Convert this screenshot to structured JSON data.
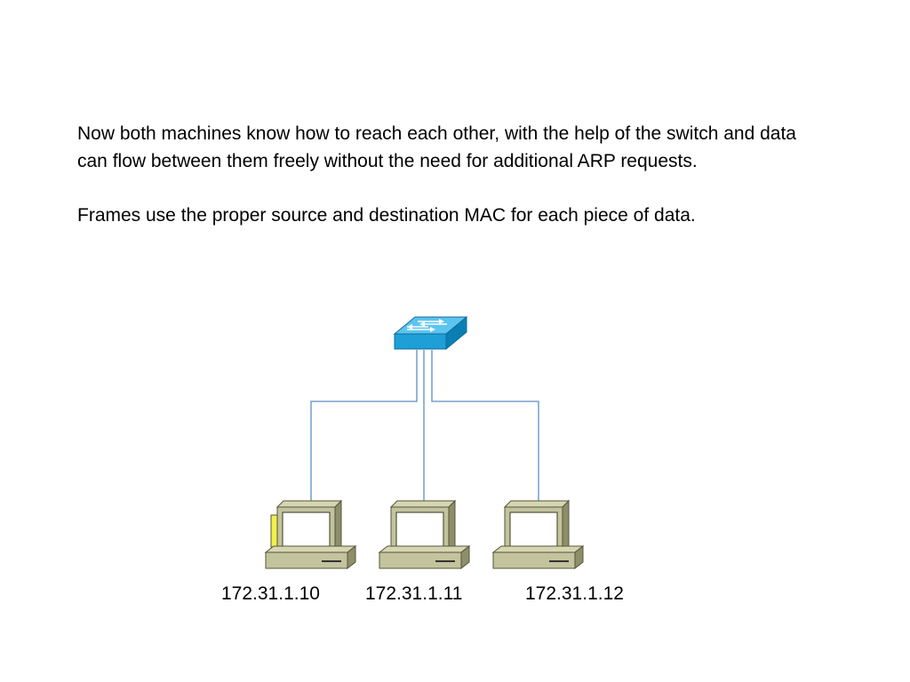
{
  "slide": {
    "paragraphs": [
      "Now both machines know how to reach each other, with the help of the switch and data can flow between them freely without the need for additional ARP requests.",
      "Frames use the proper source and destination MAC for each piece of data."
    ]
  },
  "network": {
    "switch": {
      "icon": "network-switch-icon",
      "color": "#1e9fd8"
    },
    "hosts": [
      {
        "ip": "172.31.1.10",
        "icon": "desktop-computer-icon"
      },
      {
        "ip": "172.31.1.11",
        "icon": "desktop-computer-icon"
      },
      {
        "ip": "172.31.1.12",
        "icon": "desktop-computer-icon"
      }
    ],
    "link_color": "#5b8fc4"
  }
}
